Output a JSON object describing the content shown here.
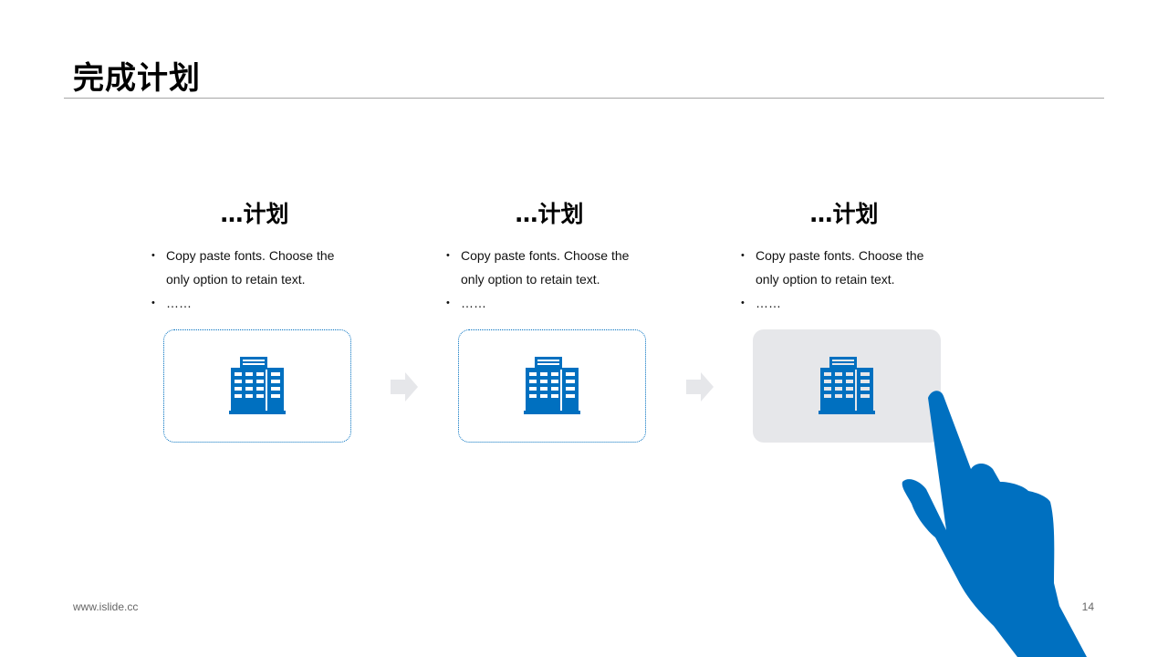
{
  "header": {
    "title": "完成计划"
  },
  "columns": [
    {
      "heading": "…计划",
      "bullets": [
        "Copy paste fonts. Choose the only option to retain text.",
        "……"
      ],
      "card_style": "outline"
    },
    {
      "heading": "…计划",
      "bullets": [
        "Copy paste fonts. Choose the only option to retain text.",
        "……"
      ],
      "card_style": "outline"
    },
    {
      "heading": "…计划",
      "bullets": [
        "Copy paste fonts. Choose the only option to retain text.",
        "……"
      ],
      "card_style": "filled"
    }
  ],
  "icons": {
    "card": "building-icon",
    "connector": "arrow-right-icon",
    "pointer": "pointing-hand-icon"
  },
  "colors": {
    "accent": "#0070c0",
    "card_fill": "#e6e7ea",
    "arrow": "#e6e7ea",
    "rule": "#a6a6a6"
  },
  "footer": {
    "url": "www.islide.cc",
    "page_number": "14"
  }
}
